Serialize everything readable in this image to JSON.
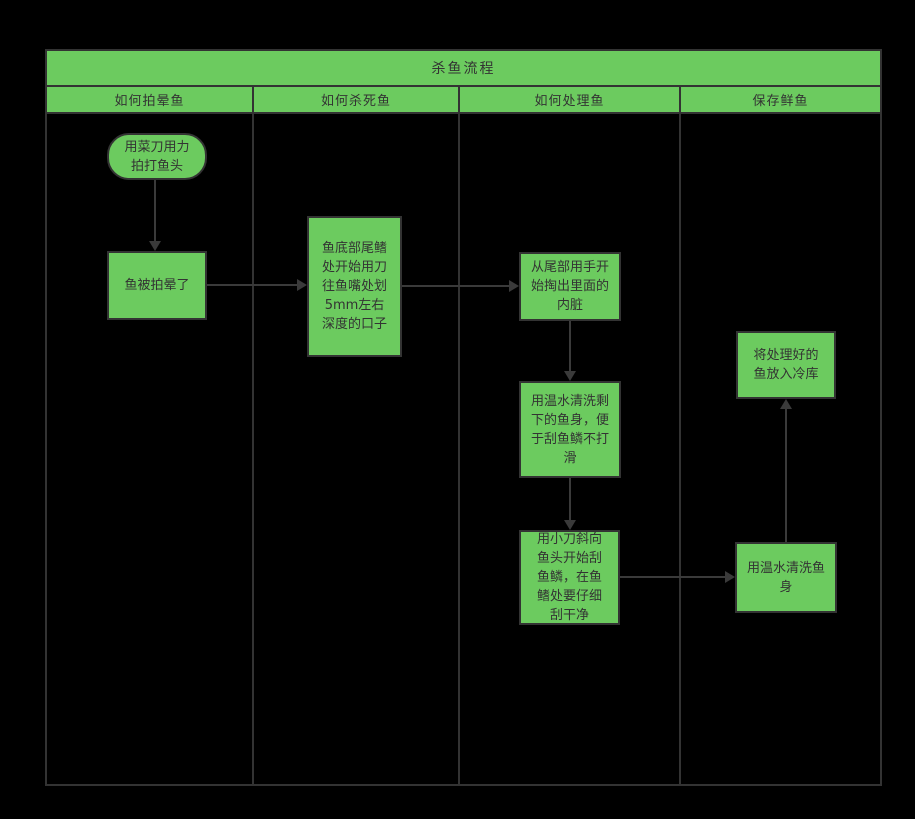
{
  "diagram": {
    "title": "杀鱼流程",
    "lanes": [
      {
        "label": "如何拍晕鱼"
      },
      {
        "label": "如何杀死鱼"
      },
      {
        "label": "如何处理鱼"
      },
      {
        "label": "保存鲜鱼"
      }
    ],
    "nodes": {
      "hit_head": {
        "label": "用菜刀用力拍打鱼头",
        "shape": "rounded"
      },
      "stunned": {
        "label": "鱼被拍晕了",
        "shape": "rect"
      },
      "cut_belly": {
        "label": "鱼底部尾鳍处开始用刀往鱼嘴处划5mm左右深度的口子",
        "shape": "rect"
      },
      "remove_guts": {
        "label": "从尾部用手开始掏出里面的内脏",
        "shape": "rect"
      },
      "wash_body": {
        "label": "用温水清洗剩下的鱼身，便于刮鱼鳞不打滑",
        "shape": "rect"
      },
      "scrape_scales": {
        "label": "用小刀斜向鱼头开始刮鱼鳞，在鱼鳍处要仔细刮干净",
        "shape": "rect"
      },
      "wash_fish": {
        "label": "用温水清洗鱼身",
        "shape": "rect"
      },
      "cold_storage": {
        "label": "将处理好的鱼放入冷库",
        "shape": "rect"
      }
    },
    "edges": [
      {
        "from": "hit_head",
        "to": "stunned"
      },
      {
        "from": "stunned",
        "to": "cut_belly"
      },
      {
        "from": "cut_belly",
        "to": "remove_guts"
      },
      {
        "from": "remove_guts",
        "to": "wash_body"
      },
      {
        "from": "wash_body",
        "to": "scrape_scales"
      },
      {
        "from": "scrape_scales",
        "to": "wash_fish"
      },
      {
        "from": "wash_fish",
        "to": "cold_storage"
      }
    ],
    "colors": {
      "background": "#000000",
      "node_fill": "#6CCB5F",
      "node_border": "#333333",
      "connector": "#3A3A3A",
      "text": "#333333"
    }
  }
}
